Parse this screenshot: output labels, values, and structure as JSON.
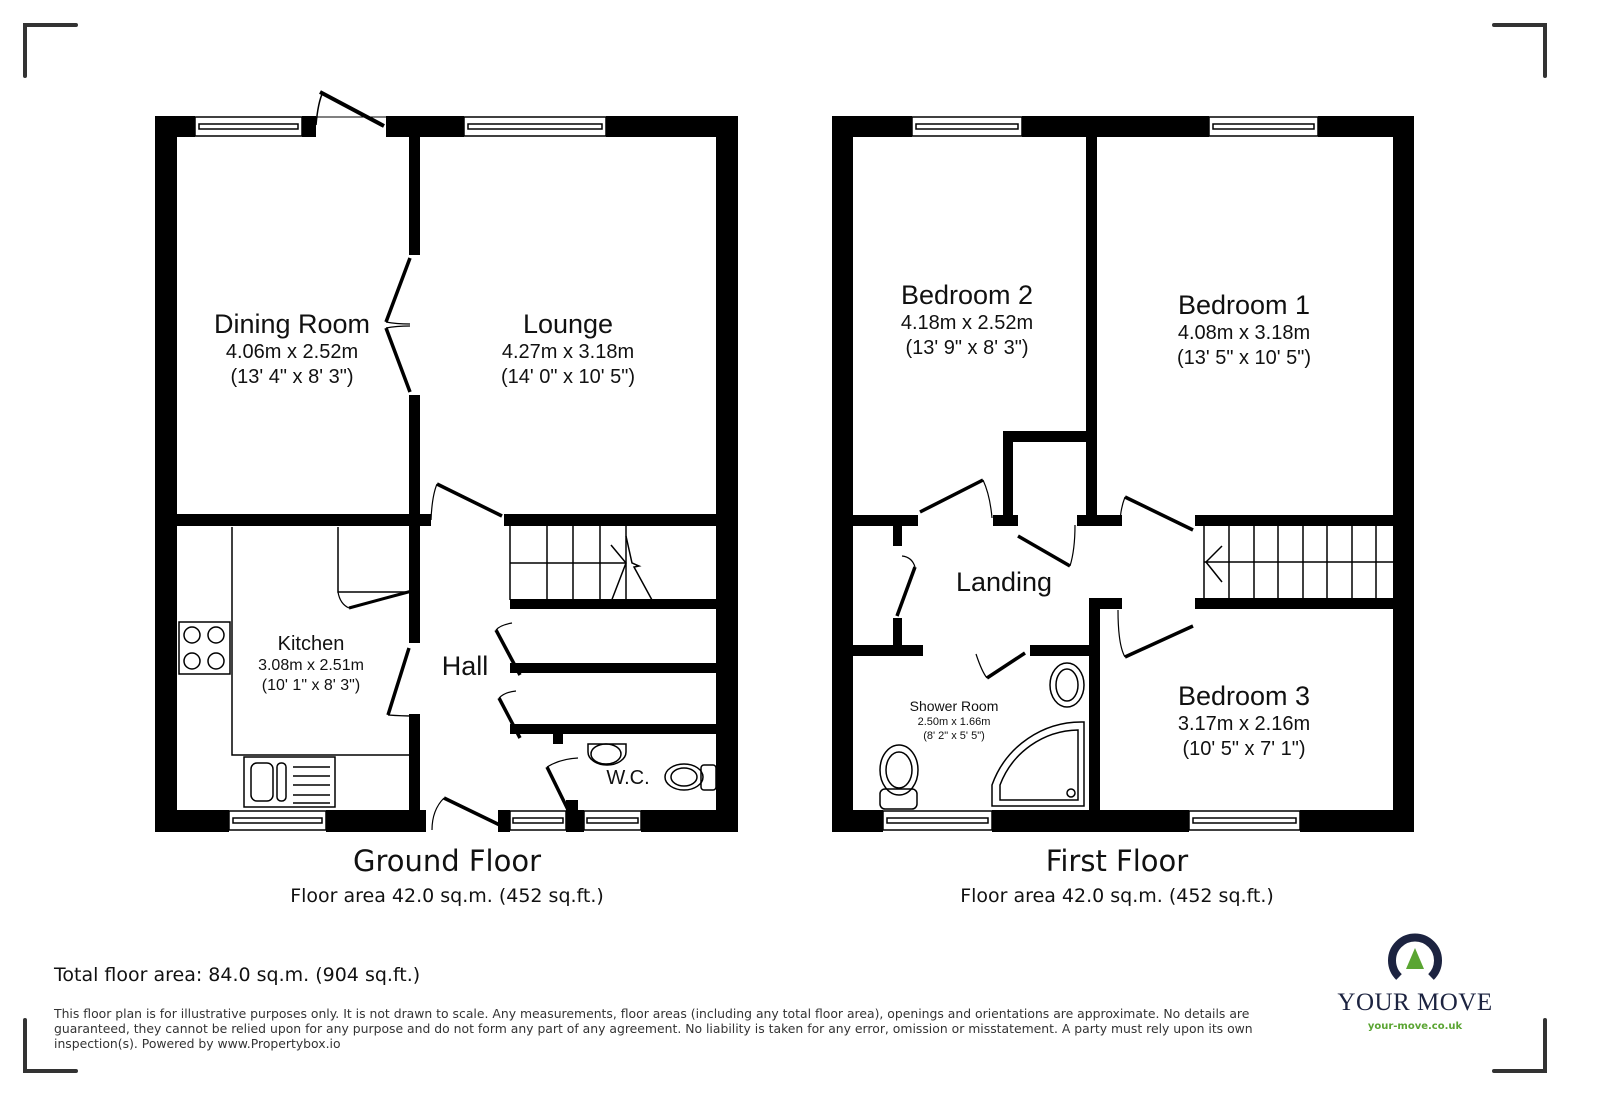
{
  "colors": {
    "wall": "#000000",
    "background": "#ffffff",
    "corner_marks": "#333333",
    "logo_navy": "#1c2340",
    "logo_green": "#5aa532"
  },
  "ground_floor": {
    "title": "Ground Floor",
    "area": "Floor area 42.0 sq.m. (452 sq.ft.)",
    "rooms": {
      "dining": {
        "name": "Dining Room",
        "metric": "4.06m x 2.52m",
        "imperial": "(13' 4\" x 8' 3\")"
      },
      "lounge": {
        "name": "Lounge",
        "metric": "4.27m x 3.18m",
        "imperial": "(14' 0\" x 10' 5\")"
      },
      "kitchen": {
        "name": "Kitchen",
        "metric": "3.08m x 2.51m",
        "imperial": "(10' 1\" x 8' 3\")"
      },
      "hall": {
        "name": "Hall"
      },
      "wc": {
        "name": "W.C."
      }
    }
  },
  "first_floor": {
    "title": "First Floor",
    "area": "Floor area 42.0 sq.m. (452 sq.ft.)",
    "rooms": {
      "bedroom2": {
        "name": "Bedroom 2",
        "metric": "4.18m x 2.52m",
        "imperial": "(13' 9\" x 8' 3\")"
      },
      "bedroom1": {
        "name": "Bedroom 1",
        "metric": "4.08m x 3.18m",
        "imperial": "(13' 5\" x 10' 5\")"
      },
      "landing": {
        "name": "Landing"
      },
      "shower": {
        "name": "Shower Room",
        "metric": "2.50m x 1.66m",
        "imperial": "(8' 2\" x 5' 5\")"
      },
      "bedroom3": {
        "name": "Bedroom 3",
        "metric": "3.17m x 2.16m",
        "imperial": "(10' 5\" x 7' 1\")"
      }
    }
  },
  "footer": {
    "total_area": "Total floor area: 84.0 sq.m. (904 sq.ft.)",
    "disclaimer": "This floor plan is for illustrative purposes only. It is not drawn to scale. Any measurements, floor areas (including any total floor area), openings and orientations are approximate. No details are guaranteed, they cannot be relied upon for any purpose and do not form any part of any agreement. No liability is taken for any error, omission or misstatement. A party must rely upon its own inspection(s). Powered by www.Propertybox.io"
  },
  "logo": {
    "icon": "your-move-logo-icon",
    "name": "YOUR MOVE",
    "url": "your-move.co.uk"
  }
}
